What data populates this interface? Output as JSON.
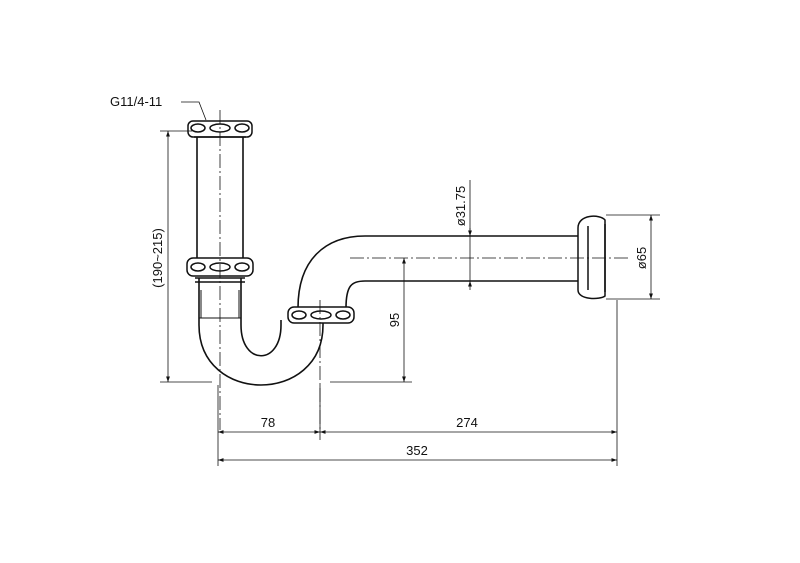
{
  "drawing": {
    "thread_label": "G11/4-11",
    "dim_height": "(190~215)",
    "dim_pipe_diameter": "ø31.75",
    "dim_flange_diameter": "ø65",
    "dim_drop": "95",
    "dim_left_offset": "78",
    "dim_right_length": "274",
    "dim_total_length": "352",
    "ink_color": "#111111"
  }
}
